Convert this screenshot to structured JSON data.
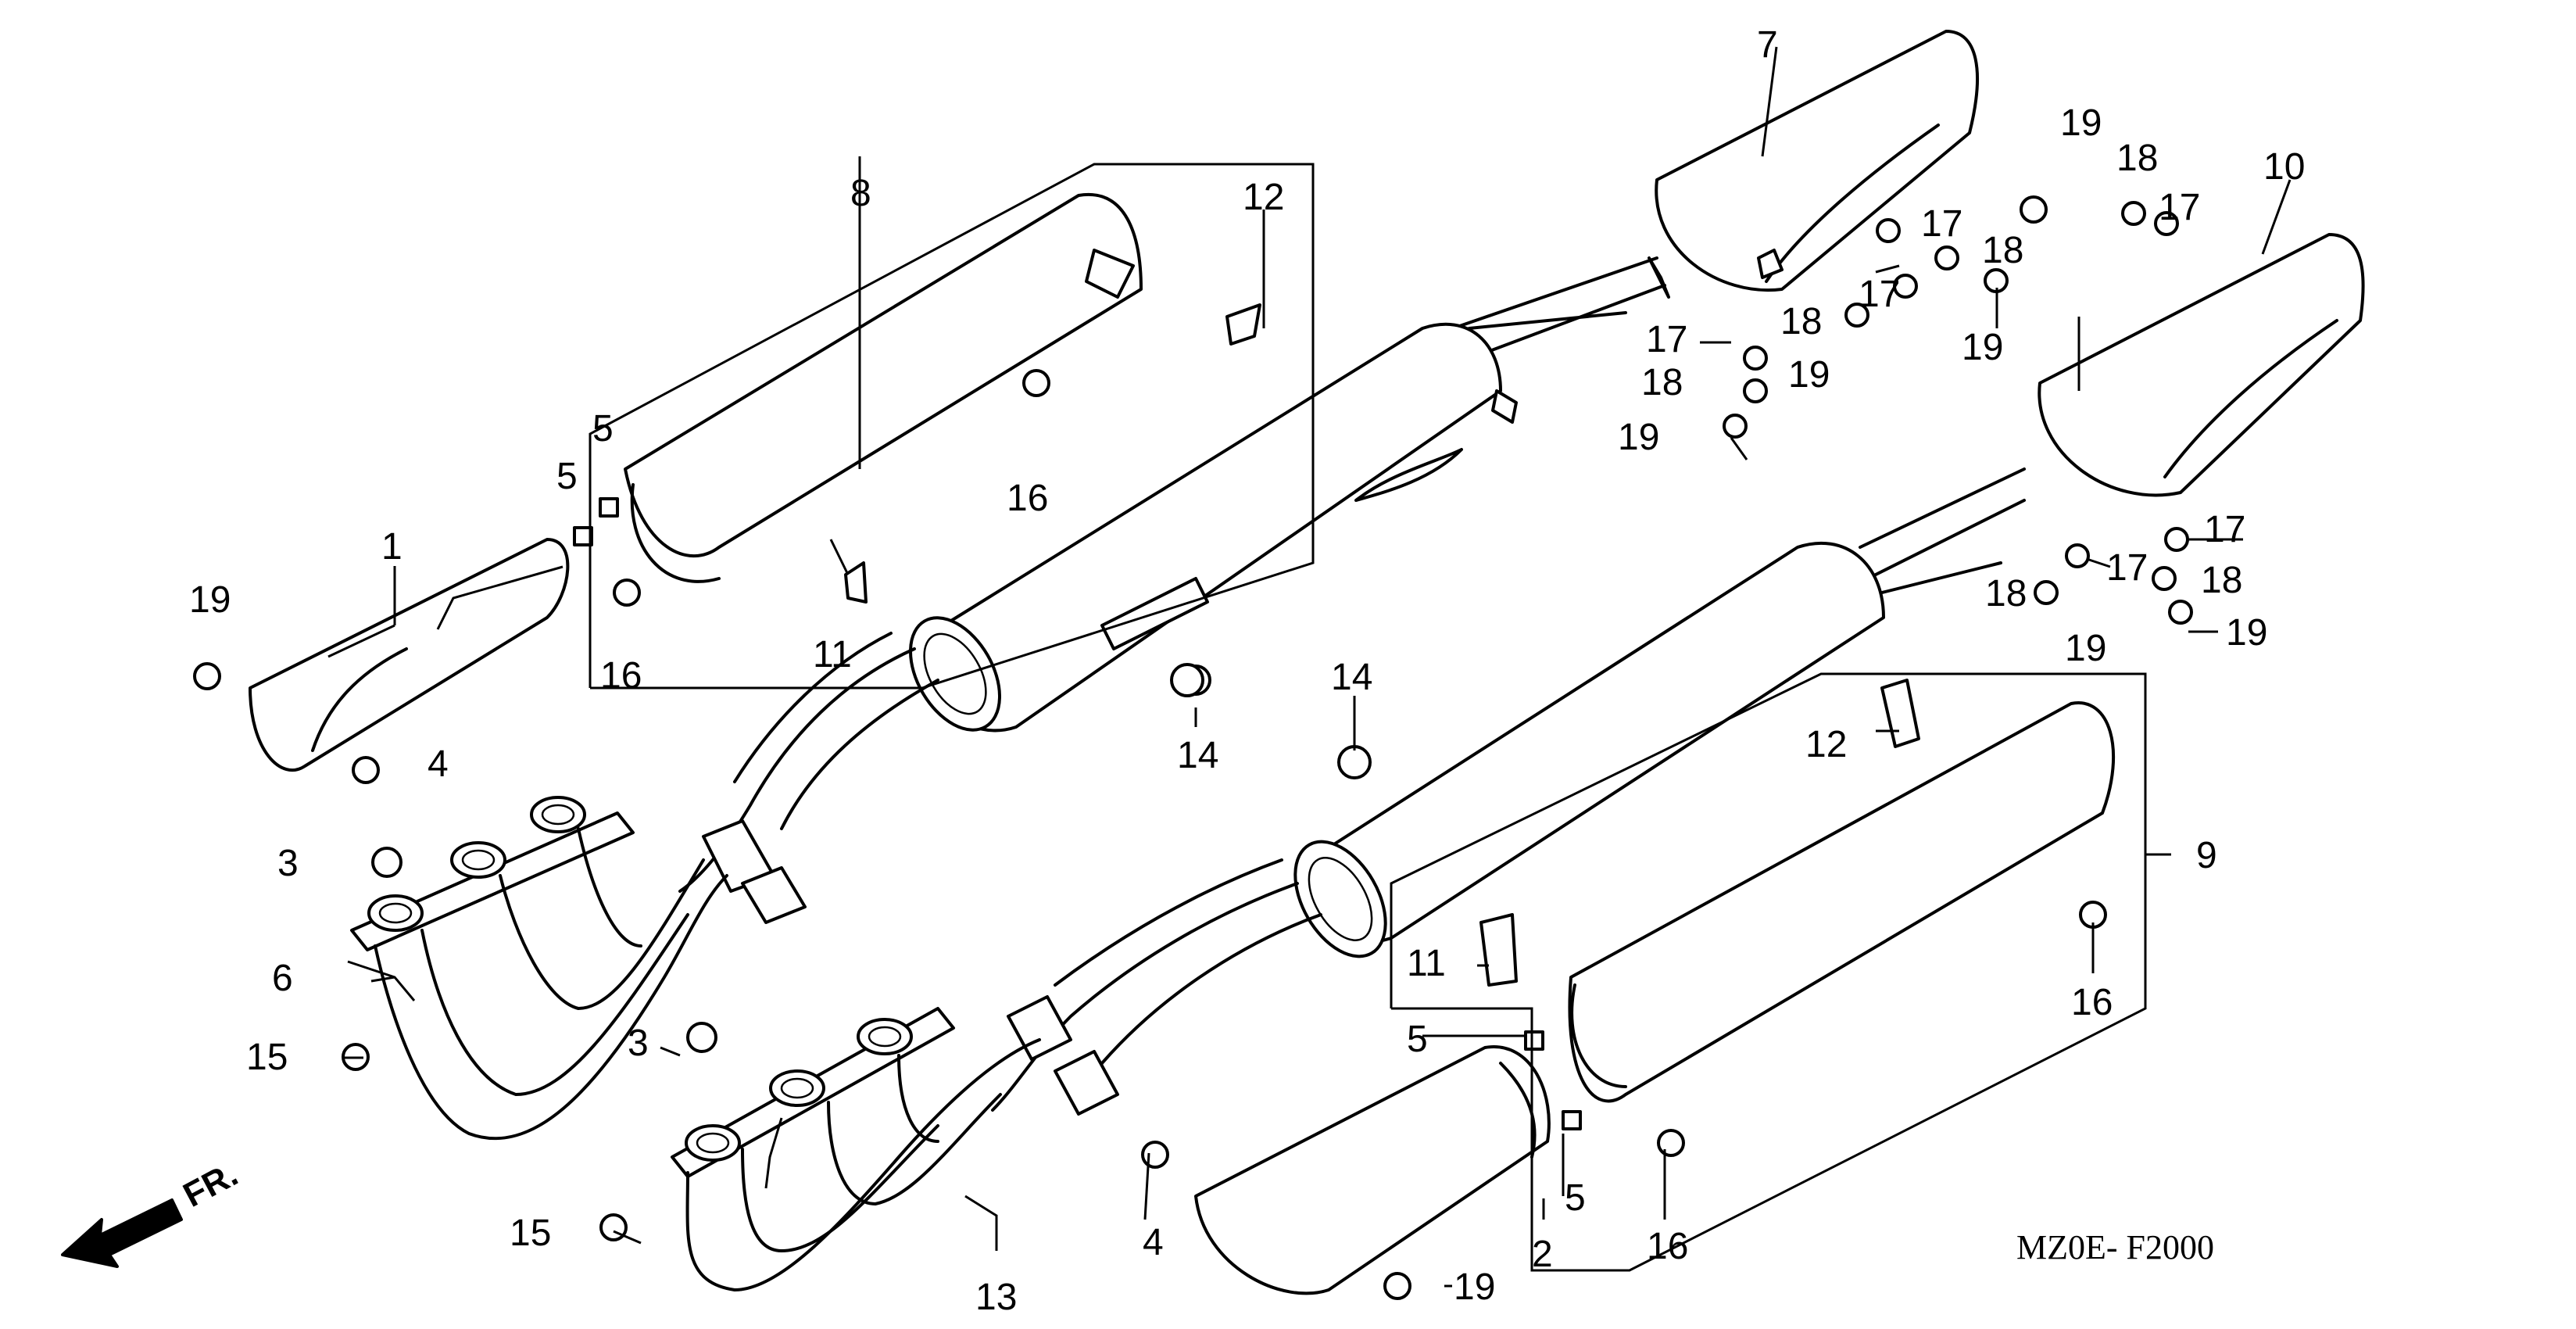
{
  "diagram": {
    "code": "MZ0E- F2000",
    "front_marker": "FR.",
    "callouts": {
      "c1": "1",
      "c2": "2",
      "c3a": "3",
      "c3b": "3",
      "c4a": "4",
      "c4b": "4",
      "c5a": "5",
      "c5b": "5",
      "c5c": "5",
      "c5d": "5",
      "c6": "6",
      "c7": "7",
      "c8": "8",
      "c9": "9",
      "c10": "10",
      "c11a": "11",
      "c11b": "11",
      "c12a": "12",
      "c12b": "12",
      "c13": "13",
      "c14a": "14",
      "c14b": "14",
      "c15a": "15",
      "c15b": "15",
      "c16a": "16",
      "c16b": "16",
      "c16c": "16",
      "c16d": "16",
      "c17a": "17",
      "c17b": "17",
      "c17c": "17",
      "c17d": "17",
      "c17e": "17",
      "c17f": "17",
      "c18a": "18",
      "c18b": "18",
      "c18c": "18",
      "c18d": "18",
      "c18e": "18",
      "c18f": "18",
      "c19a": "19",
      "c19b": "19",
      "c19c": "19",
      "c19d": "19",
      "c19e": "19",
      "c19f": "19",
      "c19g": "19",
      "c19h": "19"
    }
  }
}
